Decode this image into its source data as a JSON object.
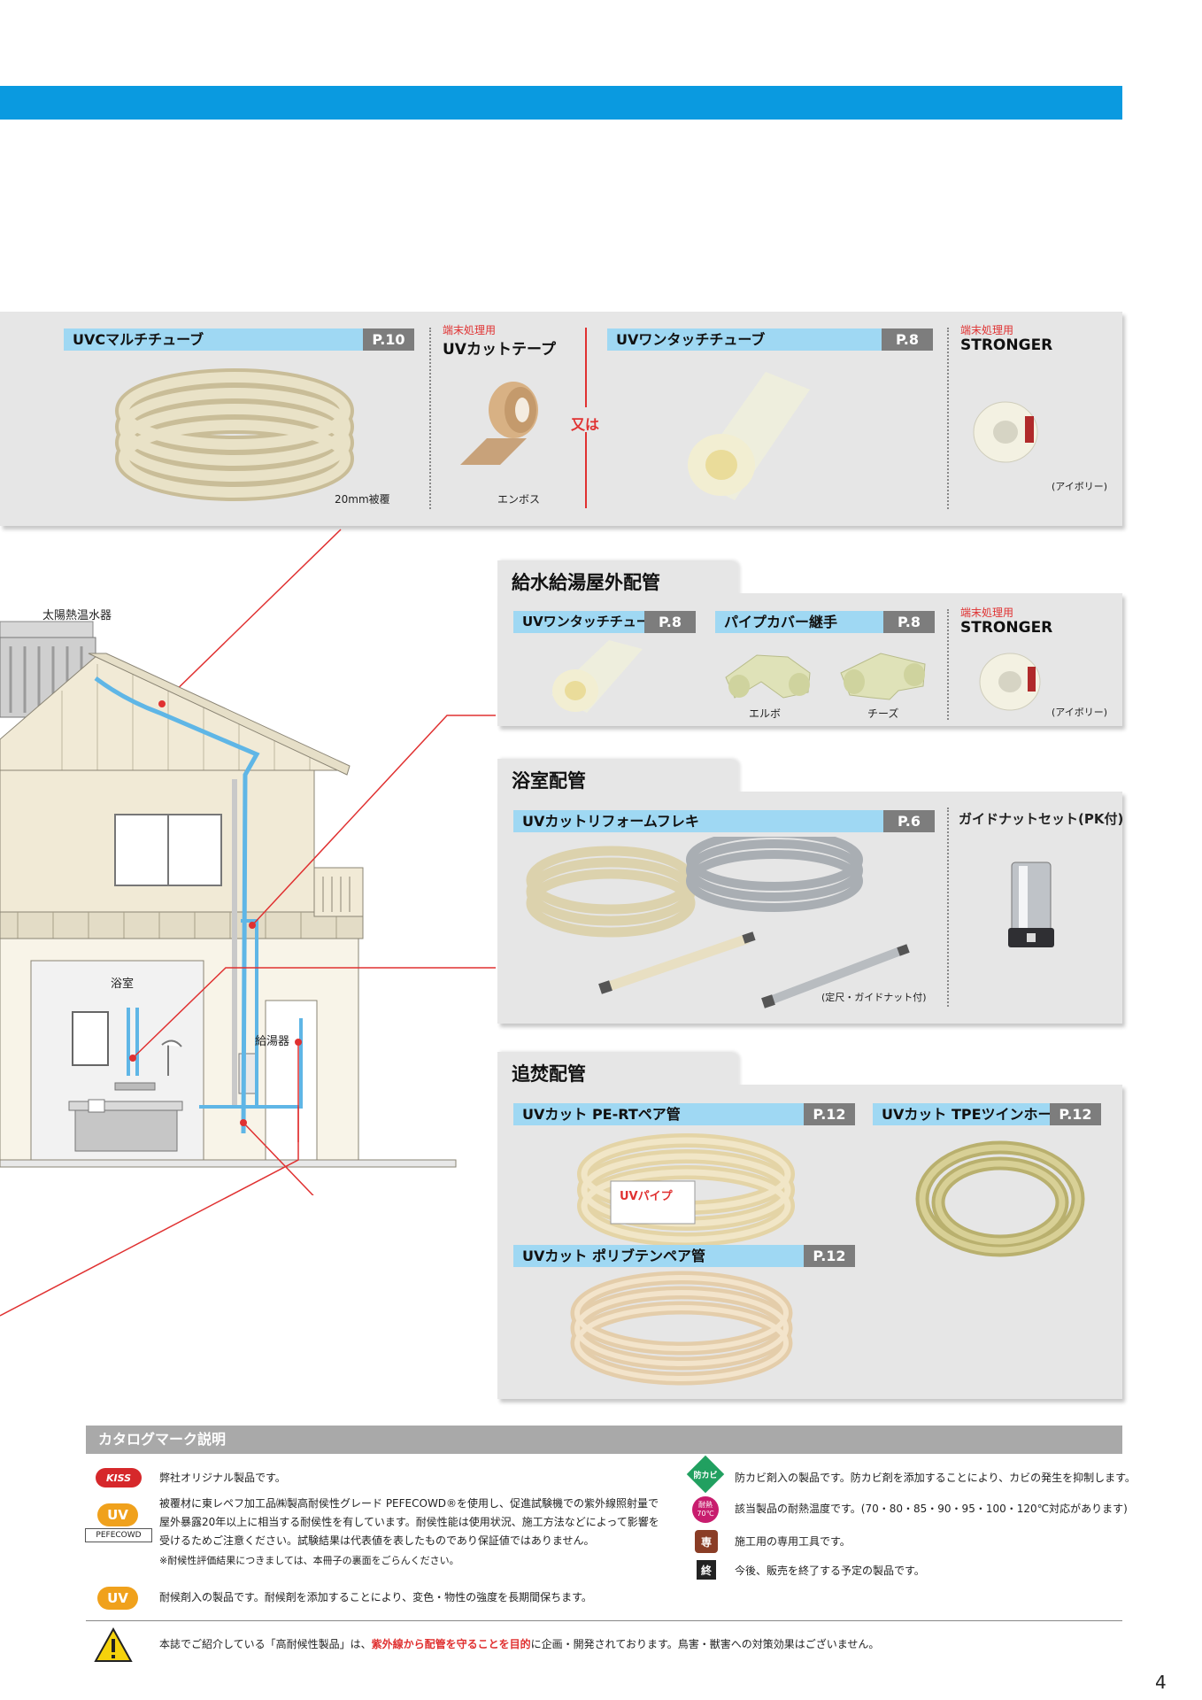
{
  "section1": {
    "uvc_label": "UVCマルチチューブ",
    "uvc_page": "P.10",
    "uvc_caption": "20mm被覆",
    "tape_note": "端末処理用",
    "tape_name": "UVカットテープ",
    "tape_caption": "エンボス",
    "or_text": "又は",
    "onetouch_label": "UVワンタッチチューブ",
    "onetouch_page": "P.8",
    "stronger_note": "端末処理用",
    "stronger_name": "STRONGER",
    "stronger_caption": "(アイボリー)"
  },
  "section2": {
    "title": "給水給湯屋外配管",
    "onetouch_label": "UVワンタッチチューブ",
    "onetouch_page": "P.8",
    "cover_label": "パイプカバー継手",
    "cover_page": "P.8",
    "elbow_caption": "エルボ",
    "tee_caption": "チーズ",
    "stronger_note": "端末処理用",
    "stronger_name": "STRONGER",
    "stronger_caption": "(アイボリー)"
  },
  "section3": {
    "title": "浴室配管",
    "flex_label": "UVカットリフォームフレキ",
    "flex_page": "P.6",
    "guide_name": "ガイドナットセット(PK付)",
    "flex_caption": "(定尺・ガイドナット付)"
  },
  "section4": {
    "title": "追焚配管",
    "pert_label": "UVカット PE-RTペア管",
    "pert_page": "P.12",
    "tpe_label": "UVカット TPEツインホース",
    "tpe_page": "P.12",
    "pb_label": "UVカット ポリブテンペア管",
    "pb_page": "P.12",
    "coil_brand": "UVパイプ"
  },
  "house": {
    "solar_label": "太陽熱温水器",
    "bath_label": "浴室",
    "heater_label": "給湯器"
  },
  "legend": {
    "title": "カタログマーク説明",
    "kiss_mark": "KISS",
    "kiss_text": "弊社オリジナル製品です。",
    "uv_mark": "UV",
    "pefecowd_mark": "PEFECOWD",
    "pefecowd_line1": "被覆材に東レペフ加工品㈱製高耐侯性グレード PEFECOWD®を使用し、促進試験機での紫外線照射量で",
    "pefecowd_line2": "屋外暴露20年以上に相当する耐侯性を有しています。耐侯性能は使用状況、施工方法などによって影響を",
    "pefecowd_line3": "受けるためご注意ください。試験結果は代表値を表したものであり保証値ではありません。",
    "pefecowd_note": "※耐候性評価結果につきましては、本冊子の裏面をごらんください。",
    "uv_text": "耐候剤入の製品です。耐候剤を添加することにより、変色・物性の強度を長期間保ちます。",
    "mold_mark": "防カビ",
    "mold_text": "防カビ剤入の製品です。防カビ剤を添加することにより、カビの発生を抑制します。",
    "heat_mark1": "耐熱",
    "heat_mark2": "70℃",
    "heat_text": "該当製品の耐熱温度です。(70・80・85・90・95・100・120℃対応があります)",
    "tool_mark": "専",
    "tool_text": "施工用の専用工具です。",
    "end_mark": "終",
    "end_text": "今後、販売を終了する予定の製品です。",
    "warn_pre": "本誌でご紹介している「高耐候性製品」は、",
    "warn_red": "紫外線から配管を守ることを目的",
    "warn_post": "に企画・開発されております。鳥害・獣害への対策効果はございません。"
  },
  "page_number": "4"
}
